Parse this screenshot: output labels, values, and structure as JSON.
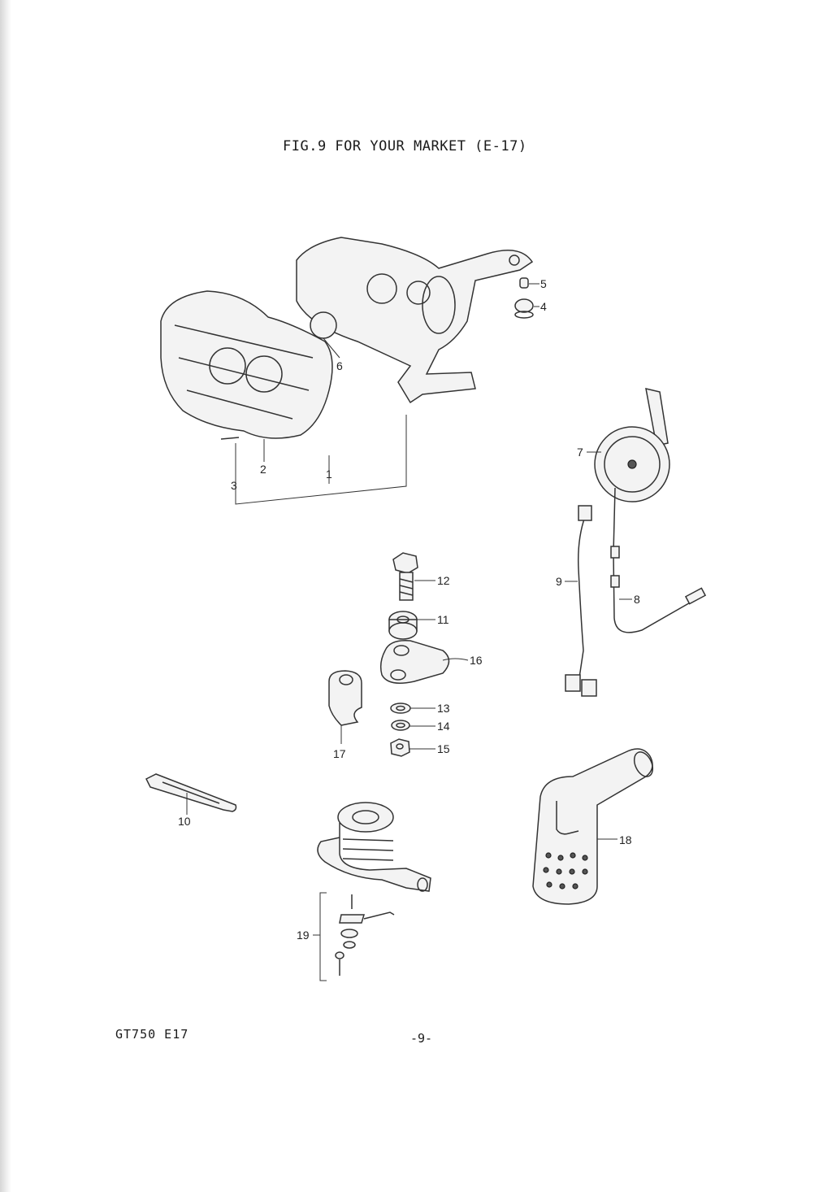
{
  "title": "FIG.9  FOR YOUR MARKET (E-17)",
  "footer": {
    "model_code": "GT750 E17",
    "page_number": "-9-"
  },
  "callouts": {
    "c1": "1",
    "c2": "2",
    "c3": "3",
    "c4": "4",
    "c5": "5",
    "c6": "6",
    "c7": "7",
    "c8": "8",
    "c9": "9",
    "c10": "10",
    "c11": "11",
    "c12": "12",
    "c13": "13",
    "c14": "14",
    "c15": "15",
    "c16": "16",
    "c17": "17",
    "c18": "18",
    "c19": "19"
  }
}
